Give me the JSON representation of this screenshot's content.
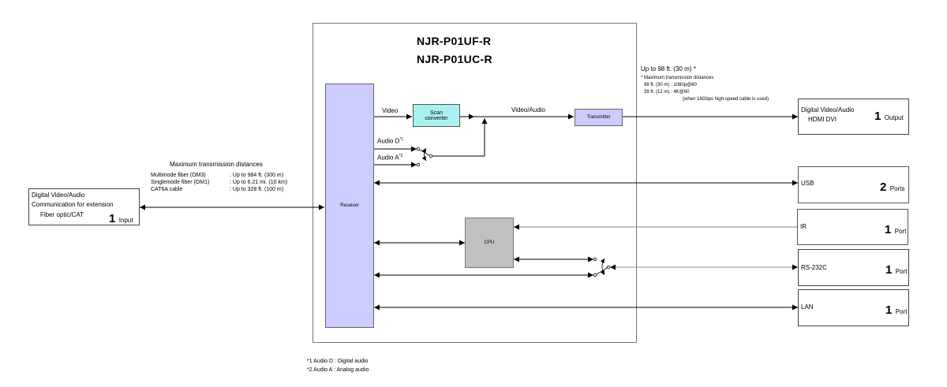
{
  "device": {
    "model_lines": [
      "NJR-P01UF-R",
      "NJR-P01UC-R"
    ]
  },
  "blocks": {
    "receiver": "Receiver",
    "scan_converter": [
      "Scan",
      "converter"
    ],
    "transmitter": "Transmitter",
    "cpu": "CPU"
  },
  "signals": {
    "video": "Video",
    "video_audio": "Video/Audio",
    "audio_d": "Audio D",
    "audio_d_note": "*1",
    "audio_a": "Audio A",
    "audio_a_note": "*2"
  },
  "input": {
    "lines": [
      "Digital Video/Audio",
      "Communication for extension",
      "Fiber optic/CAT"
    ],
    "count": "1",
    "unit": "Input"
  },
  "input_distances": {
    "title": "Maximum transmission distances",
    "rows": [
      {
        "medium": "Multimode fiber (OM3)",
        "value": ": Up to 984 ft. (300 m)"
      },
      {
        "medium": "Singlemode fiber (OM1)",
        "value": ": Up to 6.21 mi. (10 km)"
      },
      {
        "medium": "CAT6A cable",
        "value": ": Up to 328 ft. (100 m)"
      }
    ]
  },
  "output_distances": {
    "headline": "Up to 98 ft. (30 m) *",
    "title": "* Maximum transmission distances",
    "rows": [
      "98 ft. (30 m) : 1080p@60",
      "39 ft. (12 m) : 4K@60"
    ],
    "condition": "(when 18Gbps high-speed cable is used)"
  },
  "ports": [
    {
      "id": "output",
      "label_lines": [
        "Digital Video/Audio",
        "HDMI  DVI"
      ],
      "count": "1",
      "unit": "Output"
    },
    {
      "id": "usb",
      "label": "USB",
      "count": "2",
      "unit": "Ports"
    },
    {
      "id": "ir",
      "label": "IR",
      "count": "1",
      "unit": "Port"
    },
    {
      "id": "rs232c",
      "label": "RS-232C",
      "count": "1",
      "unit": "Port"
    },
    {
      "id": "lan",
      "label": "LAN",
      "count": "1",
      "unit": "Port"
    }
  ],
  "footnotes": [
    "*1  Audio D : Digital  audio",
    "*2  Audio A : Analog  audio"
  ],
  "colors": {
    "receiver_fill": "#ccccff",
    "transmitter_fill": "#ccccff",
    "scan_converter_fill": "#aaf0f0",
    "cpu_fill": "#c0c0c0"
  }
}
